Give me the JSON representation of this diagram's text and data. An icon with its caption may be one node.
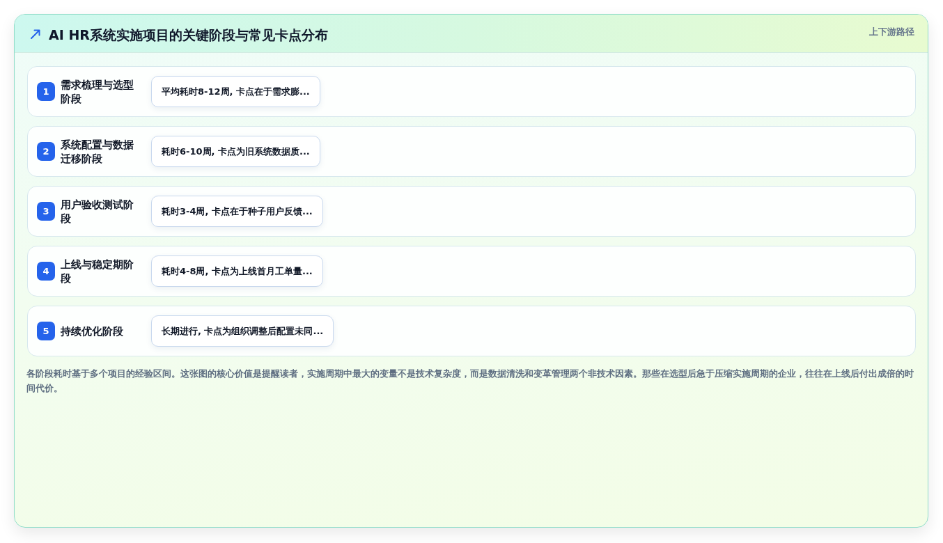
{
  "diagram": {
    "title": "AI HR系统实施项目的关键阶段与常见卡点分布",
    "caption": "各阶段耗时基于多个项目的经验区间。这张图的核心价值是提醒读者，实施周期中最大的变量不是技术复杂度，而是数据清洗和变革管理两个非技术因素。那些在选型后急于压缩实施周期的企业，往往在上线后付出成倍的时间代价。",
    "nodes": [
      {
        "text": [
          "需求梳理与选型阶段"
        ]
      },
      {
        "text": [
          "1"
        ],
        "in": 0
      },
      {
        "text": [
          "平均耗时8-12周, 卡点在于需求膨..."
        ],
        "in": 0
      },
      {
        "text": [
          "系统配置与数据迁移阶段"
        ]
      },
      {
        "text": [
          "2"
        ],
        "in": 3
      },
      {
        "text": [
          "耗时6-10周, 卡点为旧系统数据质..."
        ],
        "in": 3
      },
      {
        "text": [
          "用户验收测试阶段"
        ]
      },
      {
        "text": [
          "3"
        ],
        "in": 6
      },
      {
        "text": [
          "耗时3-4周, 卡点在于种子用户反馈..."
        ],
        "in": 6
      },
      {
        "text": [
          "上线与稳定期阶段"
        ]
      },
      {
        "text": [
          "4"
        ],
        "in": 9
      },
      {
        "text": [
          "耗时4-8周, 卡点为上线首月工单量..."
        ],
        "in": 9
      },
      {
        "text": [
          "持续优化阶段"
        ]
      },
      {
        "text": [
          "5"
        ],
        "in": 12
      },
      {
        "text": [
          "长期进行, 卡点为组织调整后配置未同..."
        ],
        "in": 12
      }
    ],
    "labels": [
      "上下游路径"
    ]
  }
}
